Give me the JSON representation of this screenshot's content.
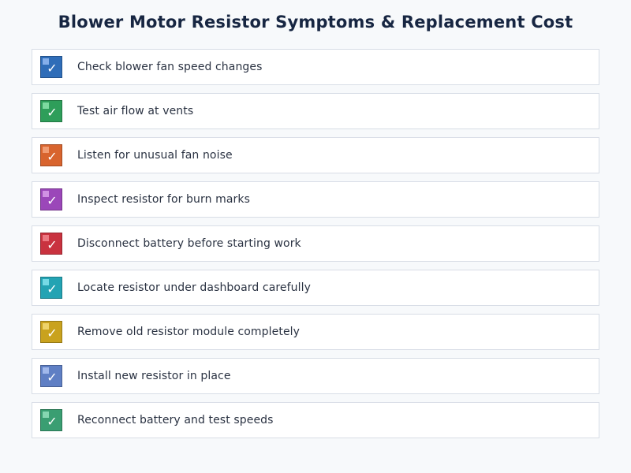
{
  "page": {
    "title": "Blower Motor Resistor Symptoms & Replacement Cost"
  },
  "checklist": {
    "items": [
      {
        "label": "Check blower fan speed changes",
        "checked": true,
        "color": "#2f6db8",
        "corner_color": "#8fb6f0",
        "check_glyph": "✓"
      },
      {
        "label": "Test air flow at vents",
        "checked": true,
        "color": "#2e9e5a",
        "corner_color": "#86e0a6",
        "check_glyph": "✓"
      },
      {
        "label": "Listen for unusual fan noise",
        "checked": true,
        "color": "#d8642e",
        "corner_color": "#f4a27a",
        "check_glyph": "✓"
      },
      {
        "label": "Inspect resistor for burn marks",
        "checked": true,
        "color": "#9b47b9",
        "corner_color": "#d79ae8",
        "check_glyph": "✓"
      },
      {
        "label": "Disconnect battery before starting work",
        "checked": true,
        "color": "#c9323f",
        "corner_color": "#f08088",
        "check_glyph": "✓"
      },
      {
        "label": "Locate resistor under dashboard carefully",
        "checked": true,
        "color": "#23a3b3",
        "corner_color": "#7fe0ea",
        "check_glyph": "✓"
      },
      {
        "label": "Remove old resistor module completely",
        "checked": true,
        "color": "#c9a21e",
        "corner_color": "#f2d872",
        "check_glyph": "✓"
      },
      {
        "label": "Install new resistor in place",
        "checked": true,
        "color": "#5f7fc4",
        "corner_color": "#a9bff0",
        "check_glyph": "✓"
      },
      {
        "label": "Reconnect battery and test speeds",
        "checked": true,
        "color": "#3a9e72",
        "corner_color": "#8fdcb8",
        "check_glyph": "✓"
      }
    ]
  }
}
